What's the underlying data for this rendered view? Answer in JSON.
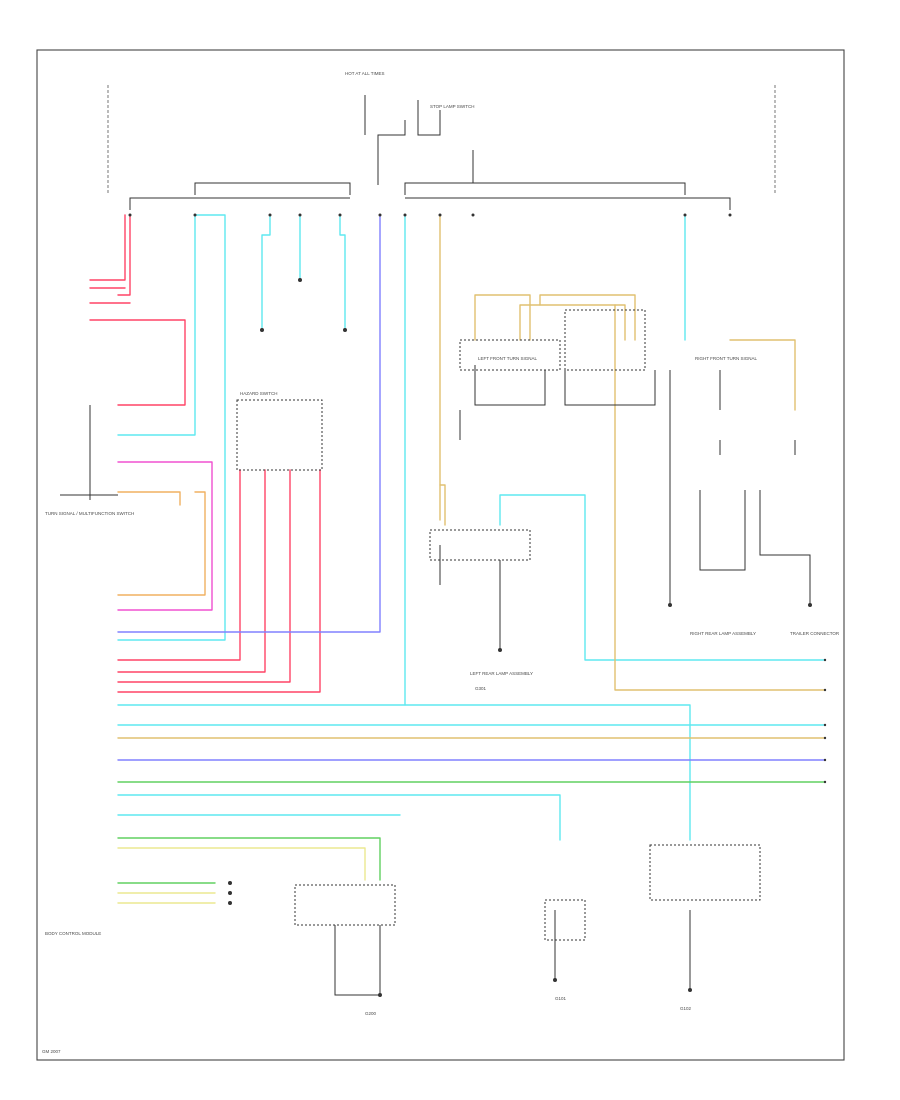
{
  "colors": {
    "red": "#ff4466",
    "cyan": "#5fe8f0",
    "tan": "#e0c070",
    "blue": "#8080ff",
    "green": "#60d060",
    "pink": "#f050d0",
    "orange": "#f0b060",
    "yellow": "#ebe890",
    "black": "#333333"
  },
  "labels": {
    "fuse_block": "HOT AT ALL TIMES",
    "stop_lamp_switch": "STOP LAMP SWITCH",
    "turn_signal_switch": "TURN SIGNAL / MULTIFUNCTION SWITCH",
    "hazard_switch": "HAZARD SWITCH",
    "body_control_module": "BODY CONTROL MODULE",
    "left_front_turn": "LEFT FRONT TURN SIGNAL",
    "right_front_turn": "RIGHT FRONT TURN SIGNAL",
    "left_rear_lamp": "LEFT REAR LAMP ASSEMBLY",
    "right_rear_lamp": "RIGHT REAR LAMP ASSEMBLY",
    "trailer_connector": "TRAILER CONNECTOR",
    "ground_g1": "G101",
    "ground_g2": "G102",
    "ground_g3": "G200",
    "ground_g4": "G301",
    "footer": "GM 2007"
  }
}
